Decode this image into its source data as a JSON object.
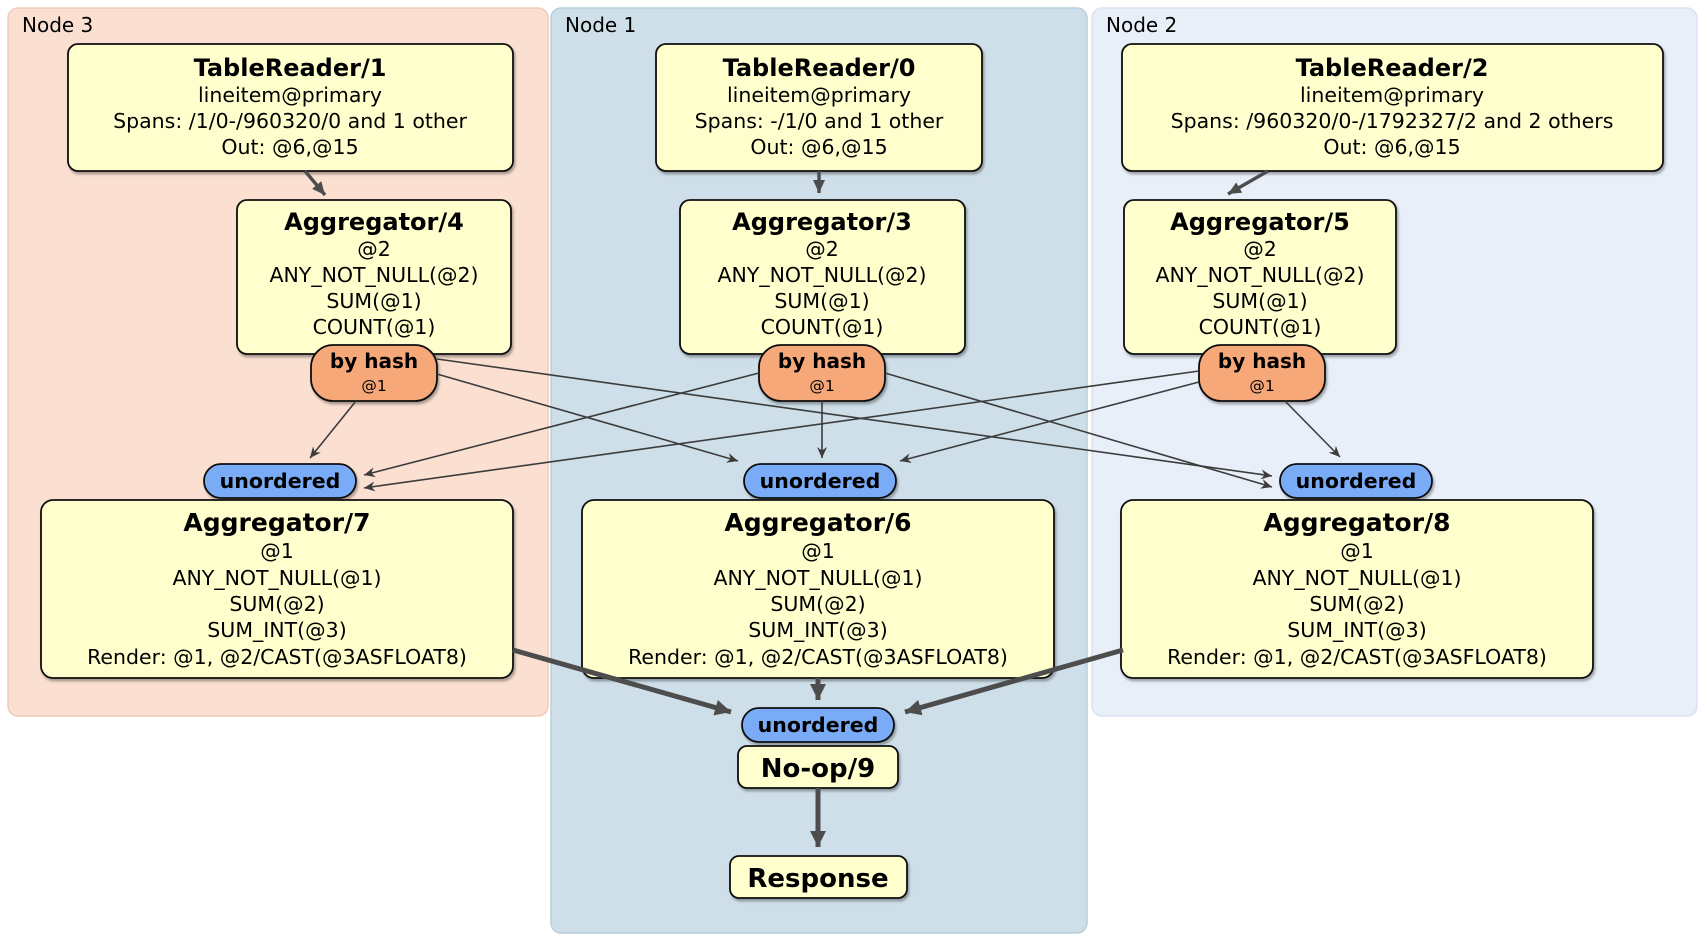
{
  "plan": {
    "nodes": [
      {
        "label": "Node 3",
        "table_reader": {
          "title": "TableReader/1",
          "index": "lineitem@primary",
          "spans": "Spans: /1/0-/960320/0 and 1 other",
          "out": "Out: @6,@15"
        },
        "aggregator_stage1": {
          "title": "Aggregator/4",
          "group": "@2",
          "fn1": "ANY_NOT_NULL(@2)",
          "fn2": "SUM(@1)",
          "fn3": "COUNT(@1)"
        },
        "router": {
          "label": "by hash",
          "key": "@1"
        },
        "stream_sync": {
          "label": "unordered"
        },
        "aggregator_stage2": {
          "title": "Aggregator/7",
          "group": "@1",
          "fn1": "ANY_NOT_NULL(@1)",
          "fn2": "SUM(@2)",
          "fn3": "SUM_INT(@3)",
          "render": "Render: @1, @2/CAST(@3ASFLOAT8)"
        }
      },
      {
        "label": "Node 1",
        "table_reader": {
          "title": "TableReader/0",
          "index": "lineitem@primary",
          "spans": "Spans: -/1/0 and 1 other",
          "out": "Out: @6,@15"
        },
        "aggregator_stage1": {
          "title": "Aggregator/3",
          "group": "@2",
          "fn1": "ANY_NOT_NULL(@2)",
          "fn2": "SUM(@1)",
          "fn3": "COUNT(@1)"
        },
        "router": {
          "label": "by hash",
          "key": "@1"
        },
        "stream_sync": {
          "label": "unordered"
        },
        "aggregator_stage2": {
          "title": "Aggregator/6",
          "group": "@1",
          "fn1": "ANY_NOT_NULL(@1)",
          "fn2": "SUM(@2)",
          "fn3": "SUM_INT(@3)",
          "render": "Render: @1, @2/CAST(@3ASFLOAT8)"
        }
      },
      {
        "label": "Node 2",
        "table_reader": {
          "title": "TableReader/2",
          "index": "lineitem@primary",
          "spans": "Spans: /960320/0-/1792327/2 and 2 others",
          "out": "Out: @6,@15"
        },
        "aggregator_stage1": {
          "title": "Aggregator/5",
          "group": "@2",
          "fn1": "ANY_NOT_NULL(@2)",
          "fn2": "SUM(@1)",
          "fn3": "COUNT(@1)"
        },
        "router": {
          "label": "by hash",
          "key": "@1"
        },
        "stream_sync": {
          "label": "unordered"
        },
        "aggregator_stage2": {
          "title": "Aggregator/8",
          "group": "@1",
          "fn1": "ANY_NOT_NULL(@1)",
          "fn2": "SUM(@2)",
          "fn3": "SUM_INT(@3)",
          "render": "Render: @1, @2/CAST(@3ASFLOAT8)"
        }
      }
    ],
    "final": {
      "stream_sync": "unordered",
      "noop": "No-op/9",
      "response": "Response"
    },
    "colors": {
      "node3_bg": "#fbe0d2",
      "node1_bg": "#cfdfe9",
      "node2_bg": "#e9eff9",
      "processor_fill": "#ffffce",
      "router_fill": "#f6a878",
      "sync_fill": "#7aabf7",
      "edge_color": "#4d4d4d"
    }
  }
}
